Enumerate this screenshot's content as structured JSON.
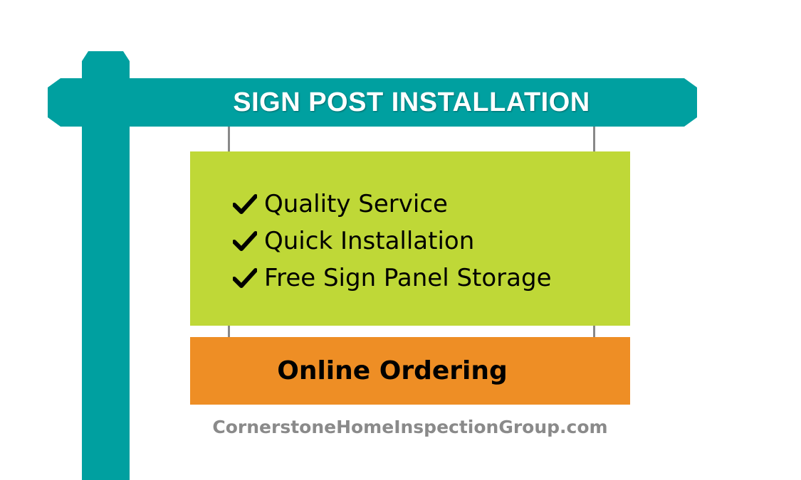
{
  "sign": {
    "title": "SIGN POST INSTALLATION",
    "features": [
      {
        "label": "Quality Service",
        "icon": "check-icon"
      },
      {
        "label": "Quick Installation",
        "icon": "check-icon"
      },
      {
        "label": "Free Sign Panel Storage",
        "icon": "check-icon"
      }
    ],
    "order_label": "Online Ordering",
    "website": "CornerstoneHomeInspectionGroup.com"
  },
  "colors": {
    "post": "#00a0a0",
    "feature_panel": "#bfd837",
    "order_panel": "#ee8e25",
    "website_text": "#8a8a8a"
  }
}
